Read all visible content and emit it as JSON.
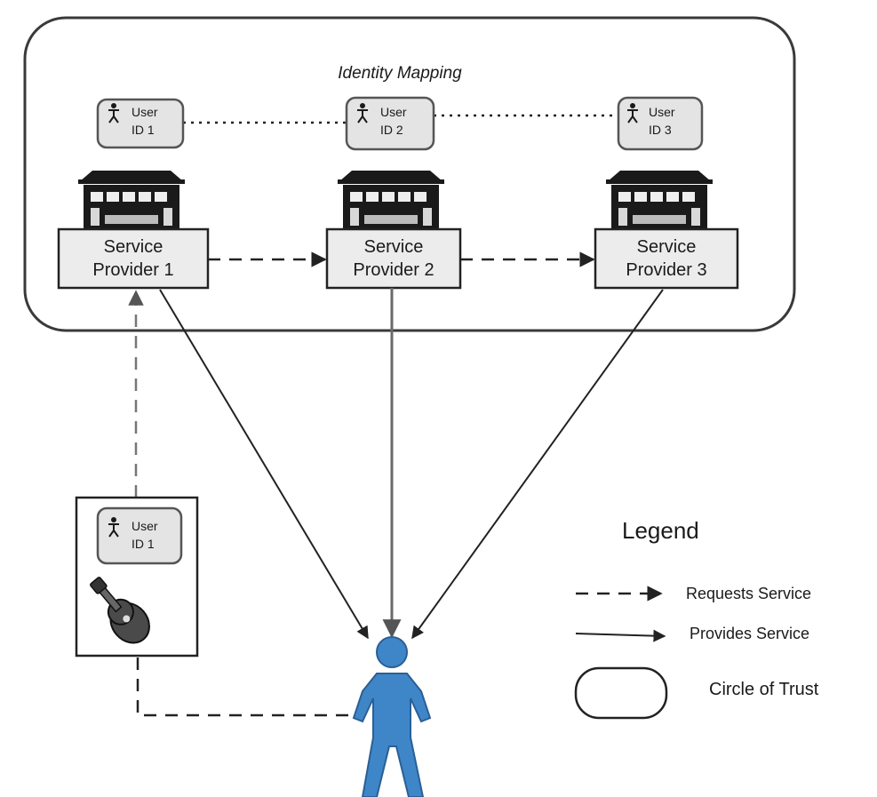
{
  "circle_of_trust_title": "Identity Mapping",
  "user_ids": [
    {
      "line1": "User",
      "line2": "ID 1"
    },
    {
      "line1": "User",
      "line2": "ID 2"
    },
    {
      "line1": "User",
      "line2": "ID 3"
    }
  ],
  "service_providers": [
    {
      "line1": "Service",
      "line2": "Provider 1"
    },
    {
      "line1": "Service",
      "line2": "Provider 2"
    },
    {
      "line1": "Service",
      "line2": "Provider 3"
    }
  ],
  "user_device": {
    "line1": "User",
    "line2": "ID 1",
    "icon": "guitar-icon"
  },
  "legend": {
    "title": "Legend",
    "requests": "Requests Service",
    "provides": "Provides Service",
    "circle": "Circle of Trust"
  },
  "colors": {
    "person": "#3f86c8",
    "person_stroke": "#2a5f95",
    "box_fill": "#ececec",
    "line": "#222222"
  }
}
